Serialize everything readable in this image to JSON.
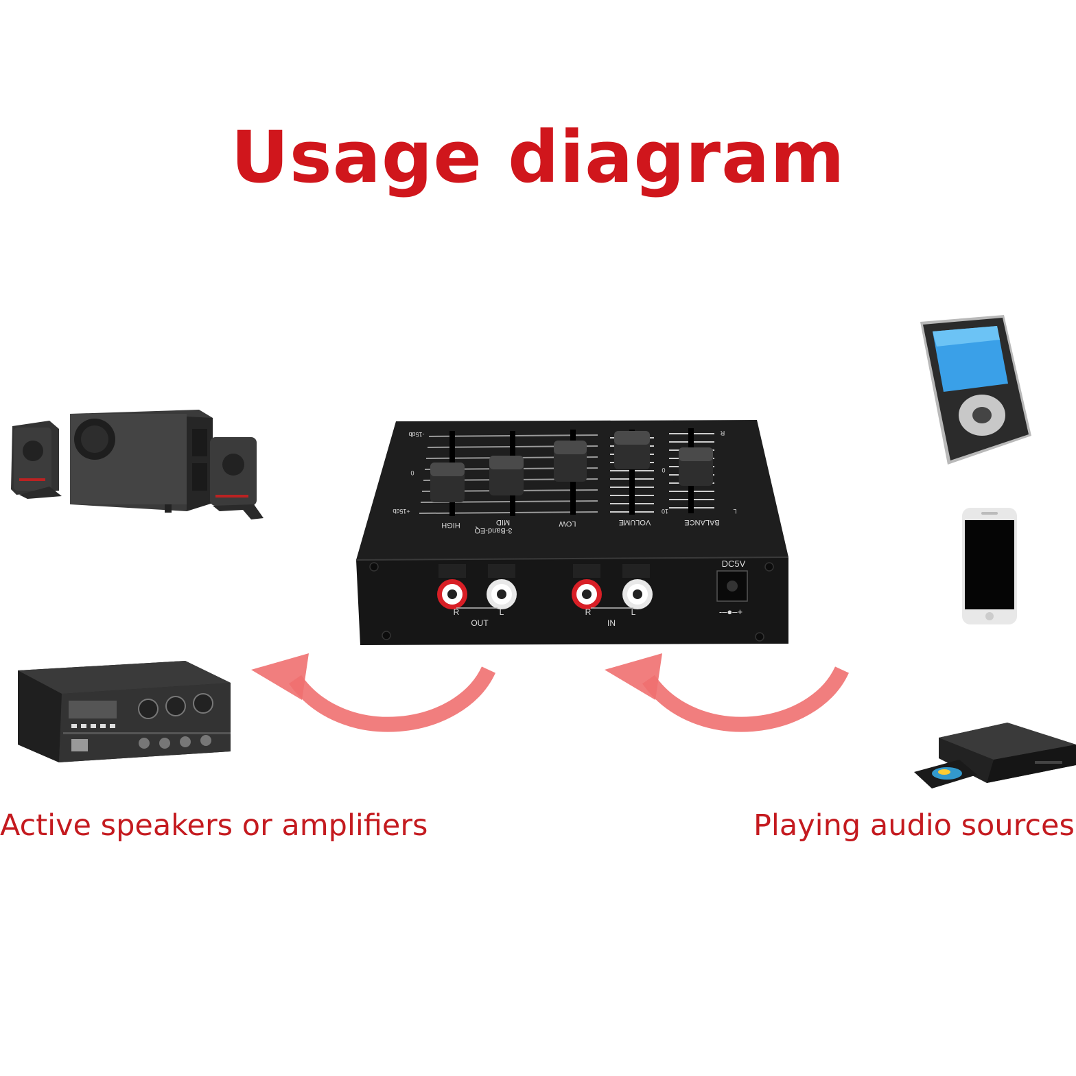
{
  "title": "Usage diagram",
  "captions": {
    "left": "Active speakers or amplifiers",
    "right": "Playing audio sources"
  },
  "device": {
    "top_labels": [
      "HIGH",
      "MID",
      "LOW",
      "VOLUME",
      "BALANCE"
    ],
    "eq_group_label": "3-Band-EQ",
    "scale_marks": [
      "-15db",
      "0",
      "+15db"
    ],
    "volume_scale": [
      "0",
      "10"
    ],
    "balance_scale": [
      "R",
      "L"
    ],
    "out_label": "OUT",
    "in_label": "IN",
    "channel_r": "R",
    "channel_l": "L",
    "power_label": "DC5V",
    "polarity_label": "-–●–+"
  },
  "colors": {
    "title": "#d0161c",
    "caption": "#c41a1f",
    "arrow": "#f07070",
    "device_body": "#1a1a1a"
  },
  "icons": [
    "speaker-system-icon",
    "amplifier-icon",
    "mp3-player-icon",
    "smartphone-icon",
    "dvd-player-icon"
  ]
}
